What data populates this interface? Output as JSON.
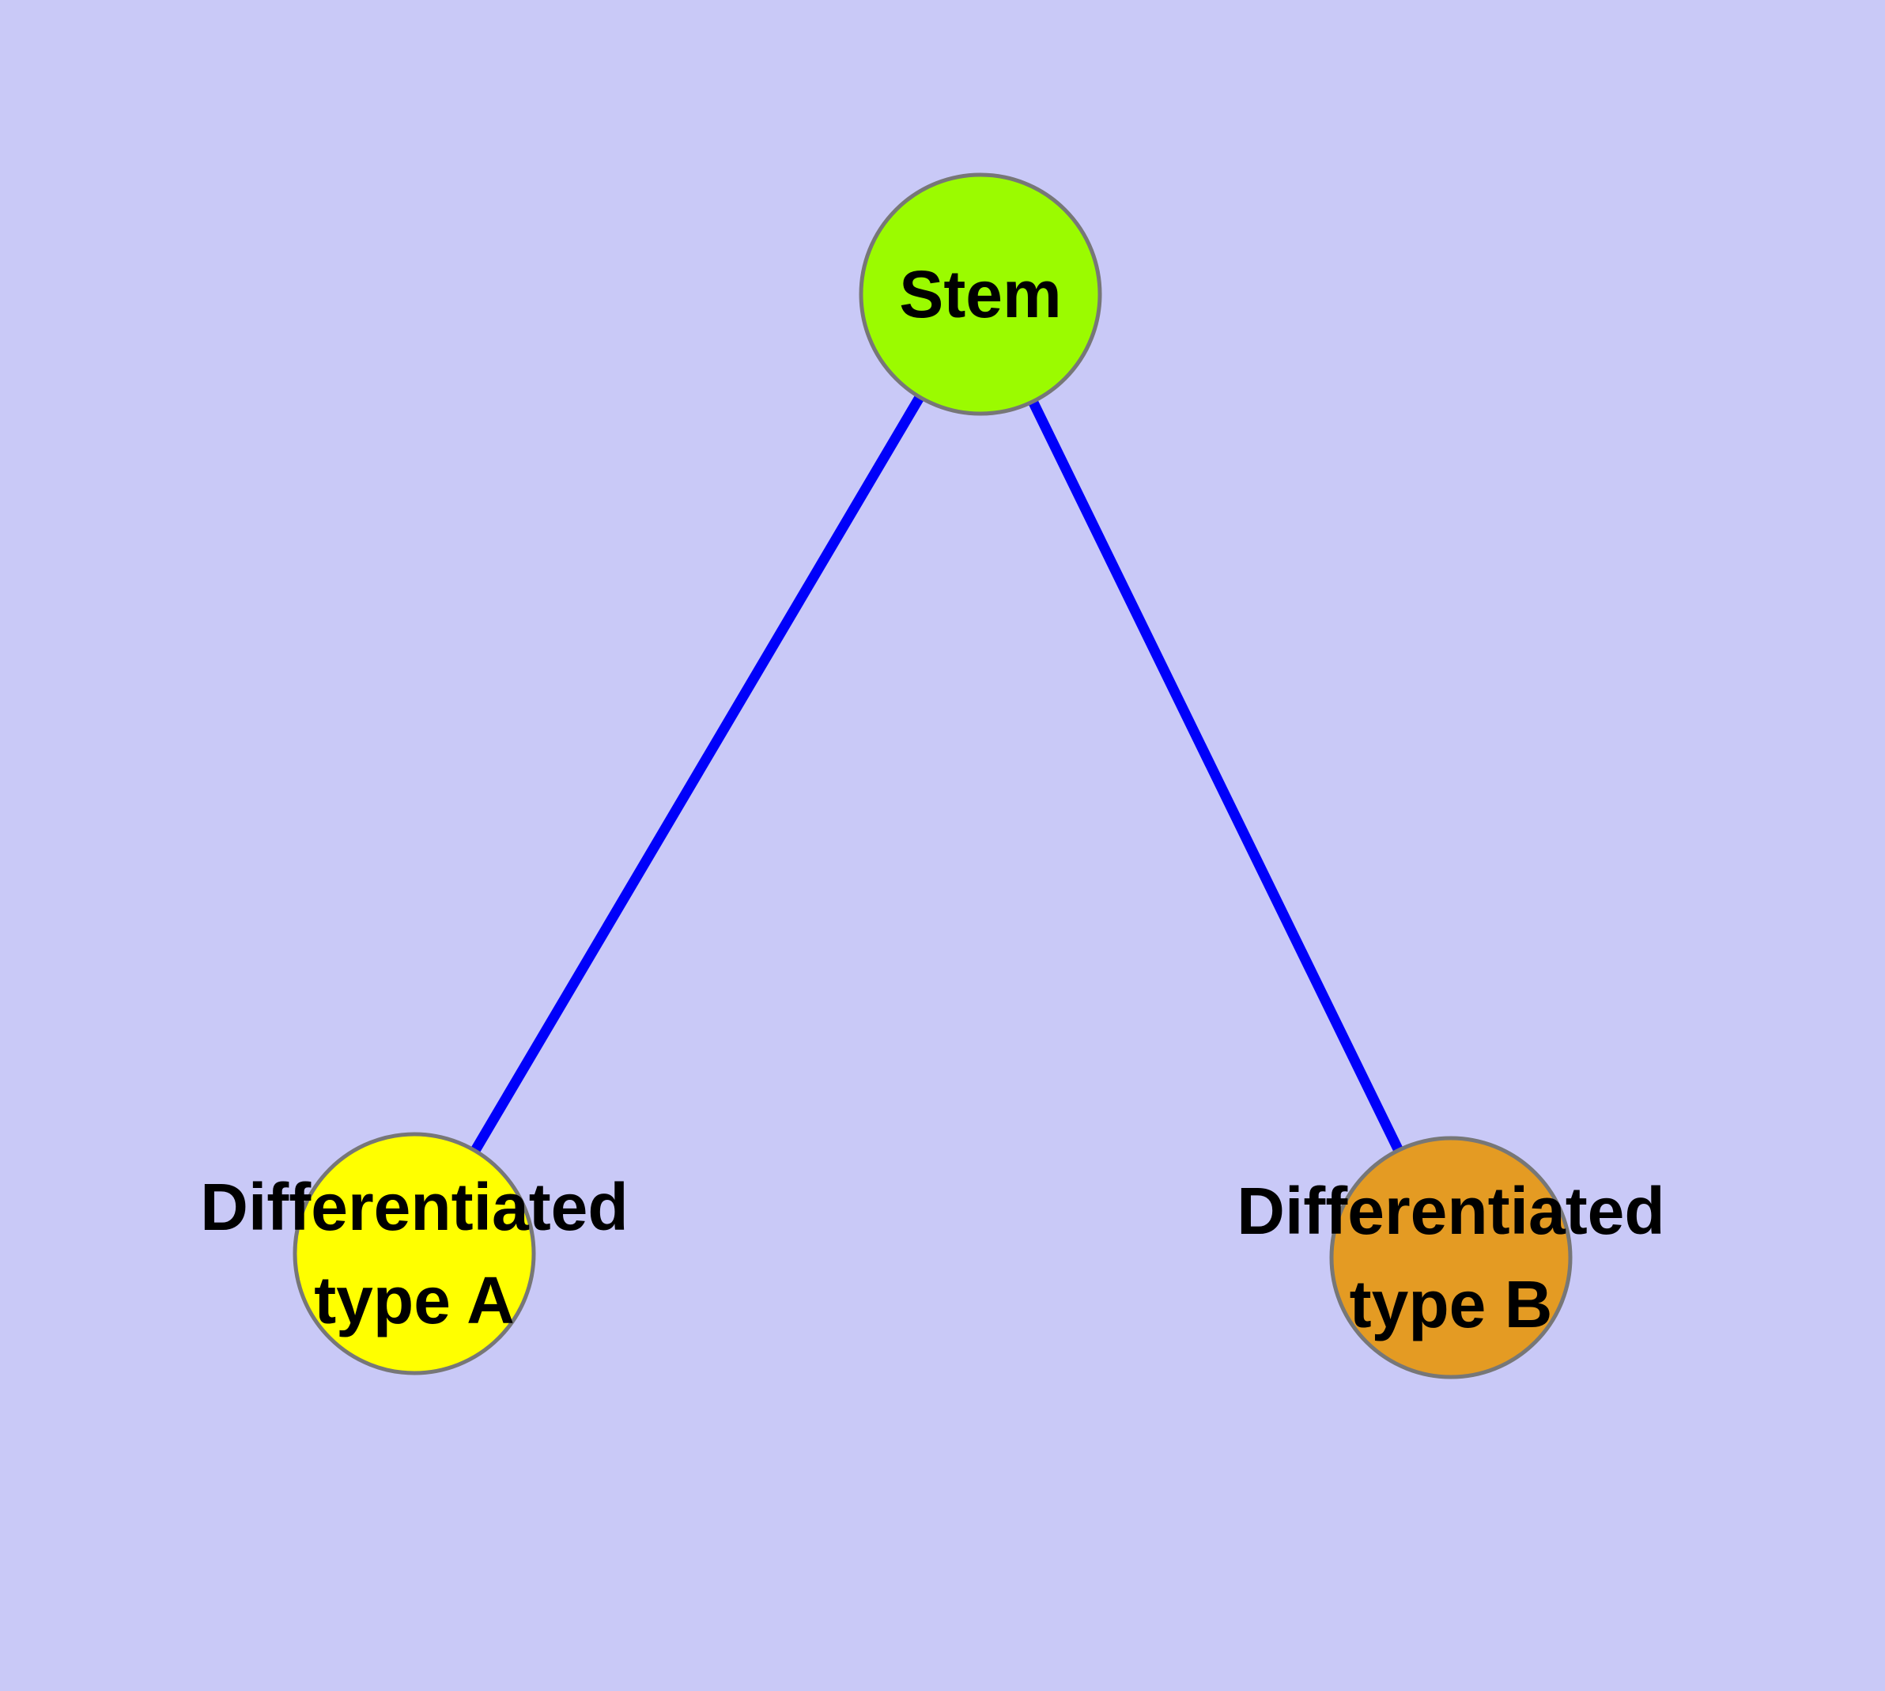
{
  "diagram": {
    "background_color": "#C9C9F7",
    "edge_color": "#0000FA",
    "node_border_color": "#777777",
    "label_color": "#000000",
    "nodes": {
      "stem": {
        "label": "Stem",
        "fill": "#9BFB00"
      },
      "type_a": {
        "label_line1": "Differentiated",
        "label_line2": "type A",
        "fill": "#FFFF00"
      },
      "type_b": {
        "label_line1": "Differentiated",
        "label_line2": "type B",
        "fill": "#E49B23"
      }
    },
    "edges": [
      {
        "from": "stem",
        "to": "type_a"
      },
      {
        "from": "stem",
        "to": "type_b"
      }
    ]
  }
}
